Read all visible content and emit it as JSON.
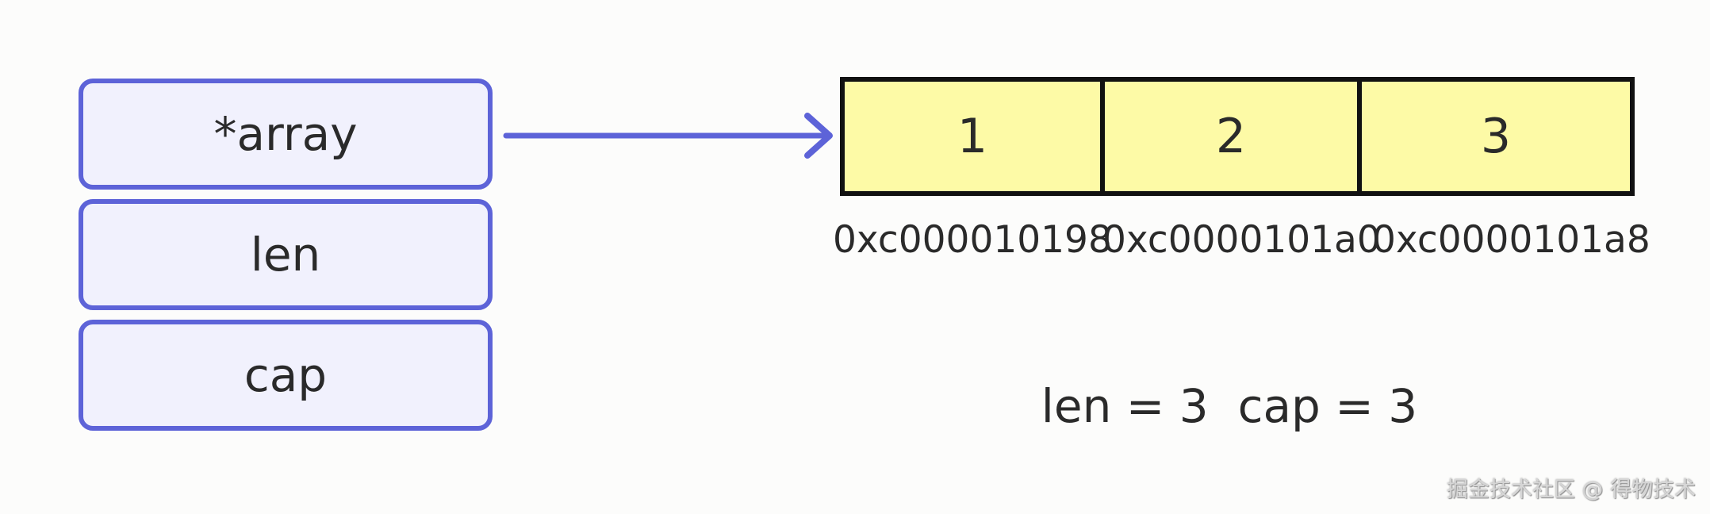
{
  "slice_header": {
    "fields": [
      "*array",
      "len",
      "cap"
    ]
  },
  "array": {
    "values": [
      "1",
      "2",
      "3"
    ],
    "addresses": [
      "0xc000010198",
      "0xc0000101a0",
      "0xc0000101a8"
    ]
  },
  "summary": "len = 3  cap = 3",
  "watermark": "掘金技术社区 @ 得物技术",
  "colors": {
    "header_border": "#5d63d8",
    "header_fill": "#f1f1fd",
    "cell_fill": "#fdfaa6",
    "cell_border": "#111111",
    "arrow": "#5d63d8"
  }
}
